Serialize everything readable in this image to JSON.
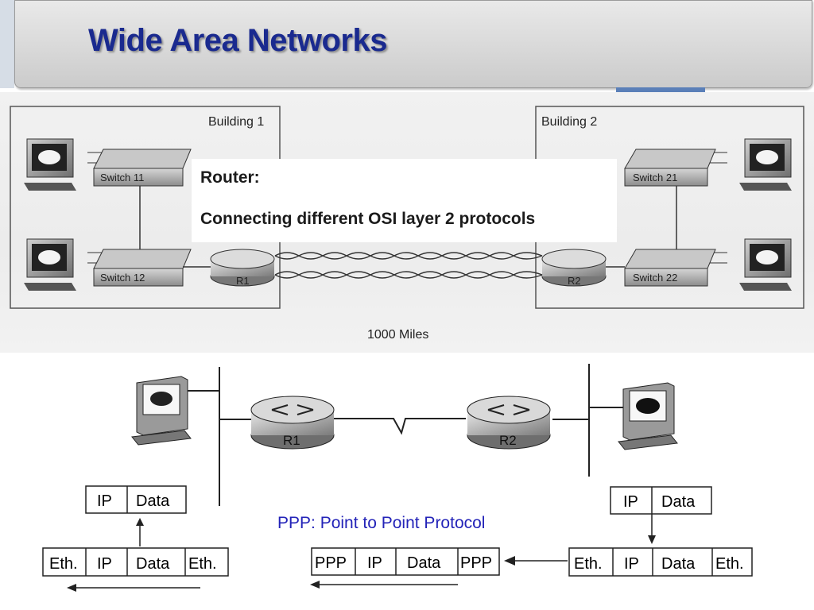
{
  "title": "Wide Area Networks",
  "callout": {
    "line1": "Router:",
    "line2": "Connecting different OSI layer 2 protocols"
  },
  "top_diagram": {
    "building1": "Building 1",
    "building2": "Building 2",
    "switch11": "Switch 11",
    "switch12": "Switch 12",
    "switch21": "Switch 21",
    "switch22": "Switch 22",
    "router1": "R1",
    "router2": "R2",
    "distance": "1000 Miles"
  },
  "bottom_diagram": {
    "router1": "R1",
    "router2": "R2",
    "ppp_caption": "PPP: Point to Point Protocol",
    "left_upper_frame": [
      "IP",
      "Data"
    ],
    "left_lower_frame": [
      "Eth.",
      "IP",
      "Data",
      "Eth."
    ],
    "middle_frame": [
      "PPP",
      "IP",
      "Data",
      "PPP"
    ],
    "right_upper_frame": [
      "IP",
      "Data"
    ],
    "right_lower_frame": [
      "Eth.",
      "IP",
      "Data",
      "Eth."
    ]
  }
}
